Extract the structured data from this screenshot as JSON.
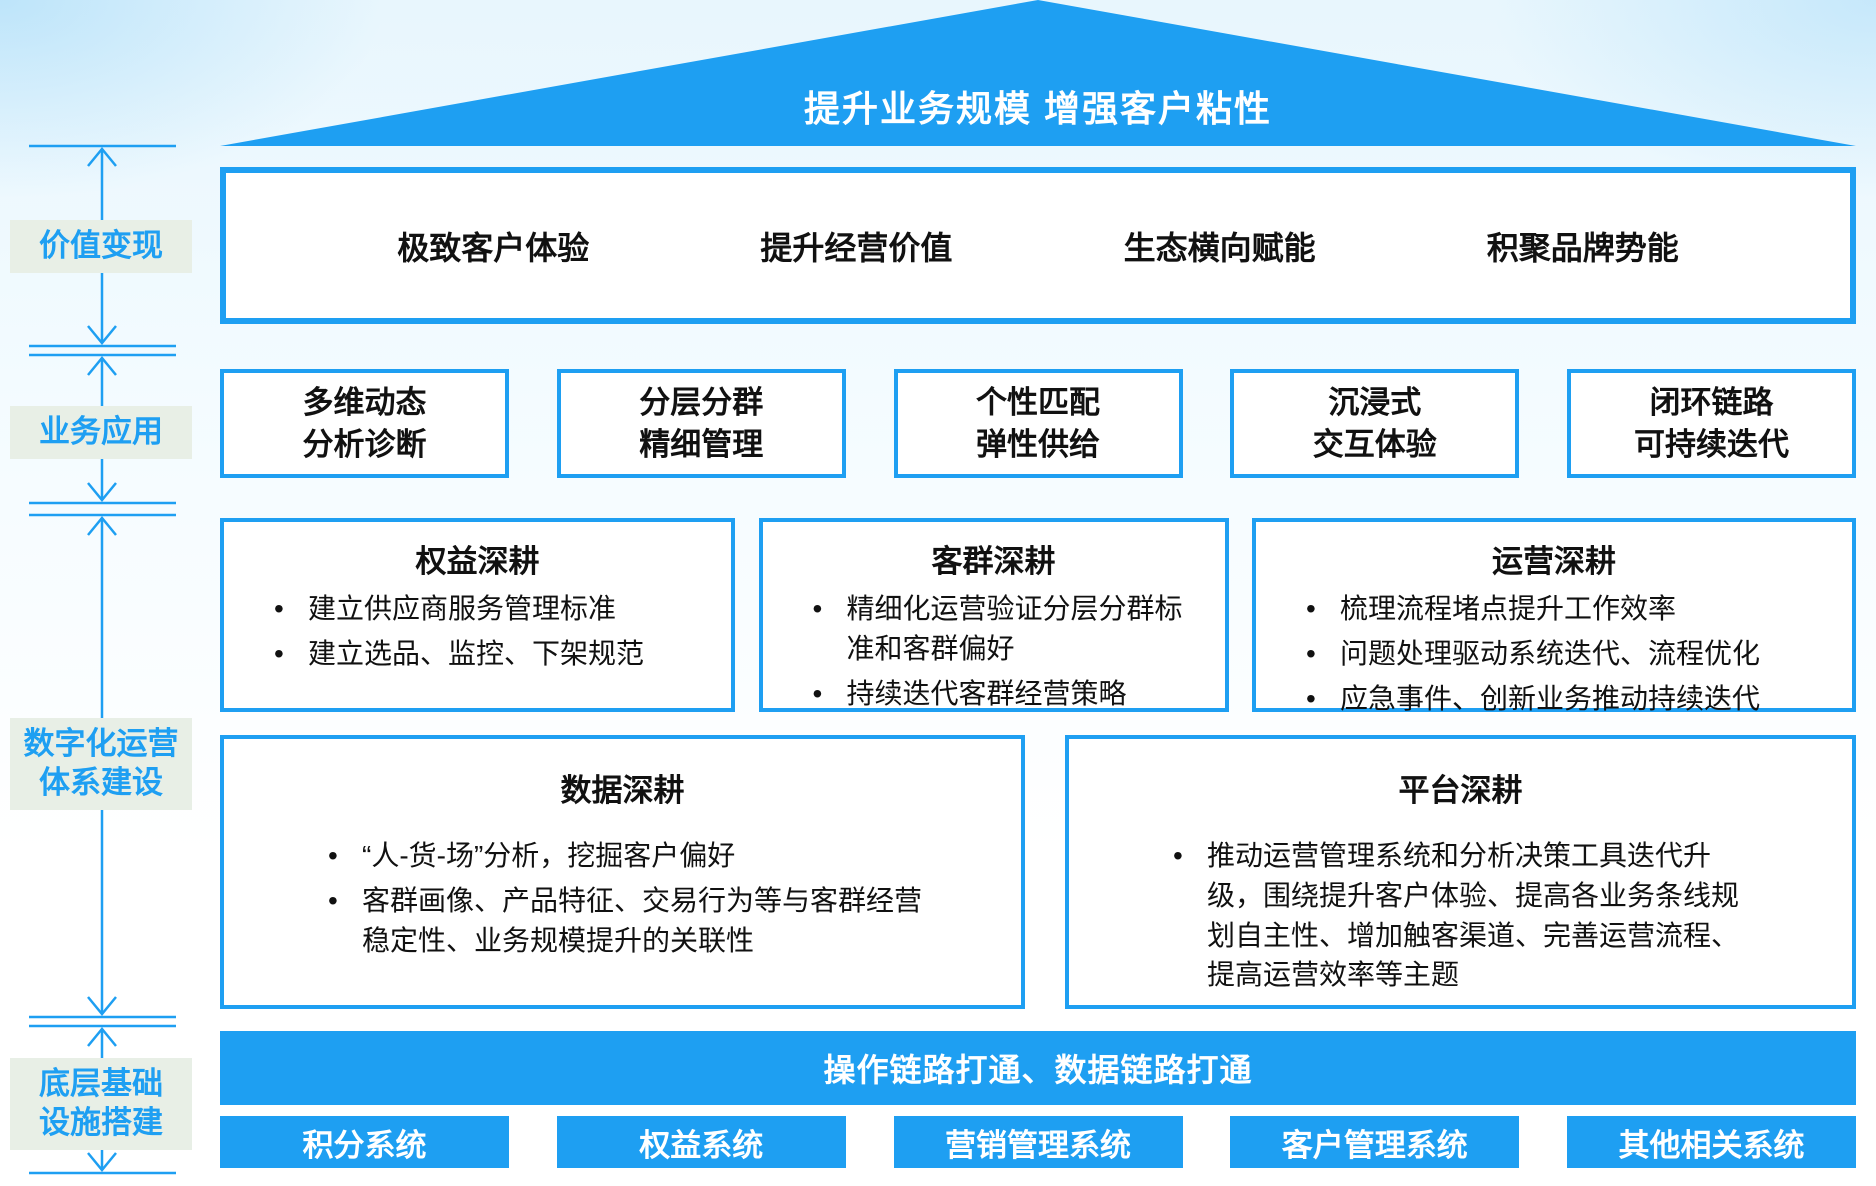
{
  "colors": {
    "primary": "#1E9FF2",
    "label_bg": "#E8EFE6",
    "text": "#111111"
  },
  "roof": {
    "title": "提升业务规模 增强客户粘性"
  },
  "left_panel": {
    "labels": [
      {
        "text": "价值变现"
      },
      {
        "text": "业务应用"
      },
      {
        "text": "数字化运营\n体系建设"
      },
      {
        "text": "底层基础\n设施搭建"
      }
    ]
  },
  "value_section": {
    "items": [
      "极致客户体验",
      "提升经营价值",
      "生态横向赋能",
      "积聚品牌势能"
    ]
  },
  "application_section": {
    "items": [
      "多维动态\n分析诊断",
      "分层分群\n精细管理",
      "个性匹配\n弹性供给",
      "沉浸式\n交互体验",
      "闭环链路\n可持续迭代"
    ]
  },
  "digital_section": {
    "row1": [
      {
        "title": "权益深耕",
        "bullets": [
          "建立供应商服务管理标准",
          "建立选品、监控、下架规范"
        ]
      },
      {
        "title": "客群深耕",
        "bullets": [
          "精细化运营验证分层分群标准和客群偏好",
          "持续迭代客群经营策略"
        ]
      },
      {
        "title": "运营深耕",
        "bullets": [
          "梳理流程堵点提升工作效率",
          "问题处理驱动系统迭代、流程优化",
          "应急事件、创新业务推动持续迭代"
        ]
      }
    ],
    "row2": [
      {
        "title": "数据深耕",
        "bullets": [
          "“人-货-场”分析，挖掘客户偏好",
          "客群画像、产品特征、交易行为等与客群经营稳定性、业务规模提升的关联性"
        ]
      },
      {
        "title": "平台深耕",
        "bullets": [
          "推动运营管理系统和分析决策工具迭代升级，围绕提升客户体验、提高各业务条线规划自主性、增加触客渠道、完善运营流程、提高运营效率等主题"
        ]
      }
    ]
  },
  "infrastructure_section": {
    "bar": "操作链路打通、数据链路打通",
    "systems": [
      "积分系统",
      "权益系统",
      "营销管理系统",
      "客户管理系统",
      "其他相关系统"
    ]
  }
}
